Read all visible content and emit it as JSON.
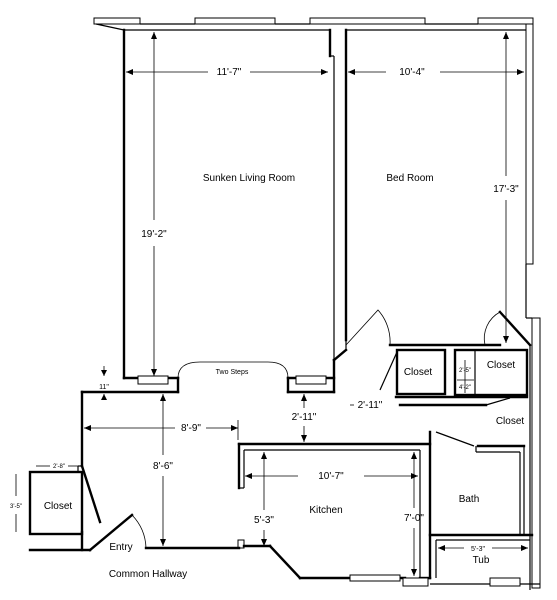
{
  "rooms": {
    "living_room": "Sunken Living Room",
    "bed_room": "Bed Room",
    "closet_bed": "Closet",
    "closet_small": "Closet",
    "closet_bath": "Closet",
    "closet_entry": "Closet",
    "bath": "Bath",
    "tub": "Tub",
    "kitchen": "Kitchen",
    "entry": "Entry",
    "hallway": "Common Hallway",
    "two_steps": "Two Steps"
  },
  "dimensions": {
    "living_width": "11'-7\"",
    "living_depth": "19'-2\"",
    "bed_width": "10'-4\"",
    "bed_depth": "17'-3\"",
    "step_height": "11\"",
    "entry_width": "8'-9\"",
    "entry_depth": "8'-6\"",
    "passage_width": "2'-11\"",
    "closet_hall_width": "2'-11\"",
    "kitchen_width": "10'-7\"",
    "kitchen_depth_left": "5'-3\"",
    "kitchen_depth_right": "7'-0\"",
    "tub_width": "5'-3\"",
    "small_closet_h": "2'-5\"",
    "small_closet_w": "4'-2\"",
    "entry_closet_w": "2'-8\"",
    "entry_closet_h": "3'-5\""
  }
}
